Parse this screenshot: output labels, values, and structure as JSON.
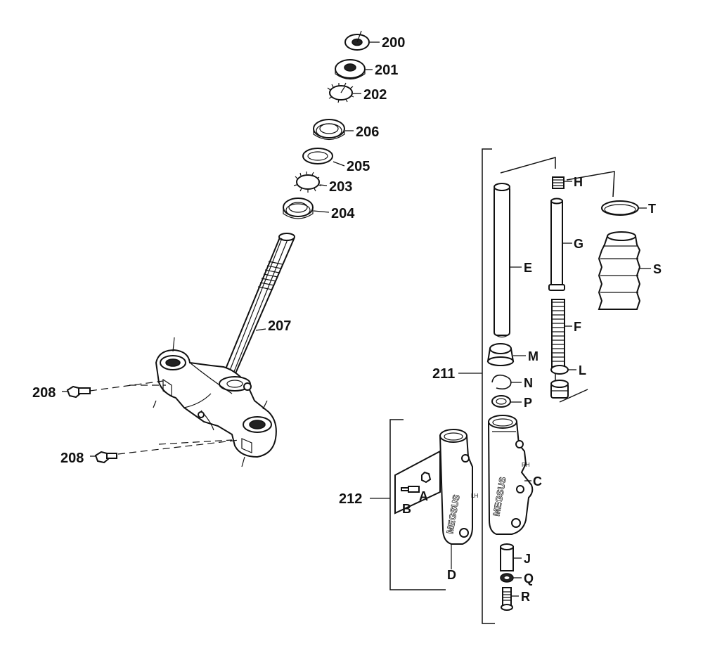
{
  "callouts": {
    "p200": "200",
    "p201": "201",
    "p202": "202",
    "p206": "206",
    "p205": "205",
    "p203": "203",
    "p204": "204",
    "p207": "207",
    "p208a": "208",
    "p208b": "208",
    "p211": "211",
    "p212": "212",
    "H": "H",
    "T": "T",
    "G": "G",
    "E": "E",
    "S": "S",
    "F": "F",
    "M": "M",
    "L": "L",
    "N": "N",
    "P": "P",
    "C": "C",
    "A": "A",
    "B": "B",
    "D": "D",
    "J": "J",
    "Q": "Q",
    "R": "R"
  },
  "markings": {
    "rh": "RH",
    "lh": "LH",
    "brand": "MEGSUS"
  }
}
